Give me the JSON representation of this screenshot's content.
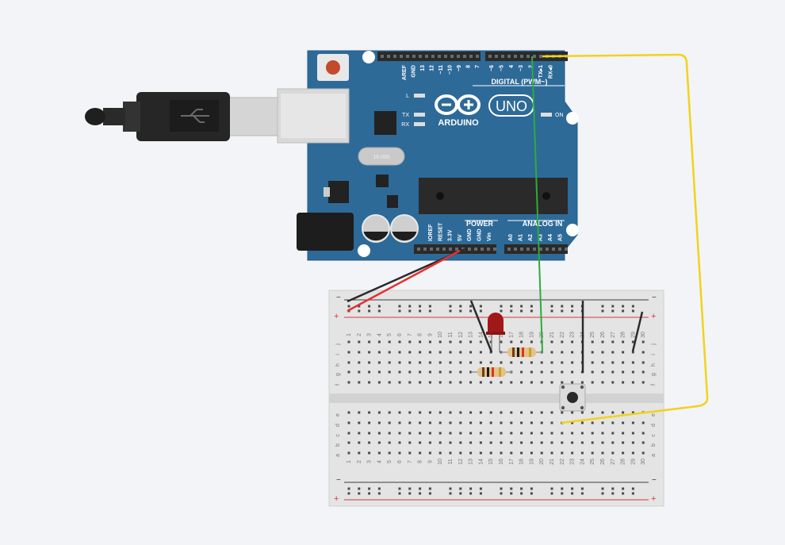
{
  "board": {
    "name": "Arduino UNO",
    "brand": "ARDUINO",
    "model": "UNO",
    "digital_label": "DIGITAL (PWM~)",
    "power_label": "POWER",
    "analog_label": "ANALOG IN",
    "led_labels": {
      "l": "L",
      "tx": "TX",
      "rx": "RX",
      "on": "ON"
    },
    "crystal_text": "16.000",
    "digital_pins": [
      "AREF",
      "GND",
      "13",
      "12",
      "~11",
      "~10",
      "~9",
      "8",
      "7",
      "~6",
      "~5",
      "4",
      "~3",
      "2",
      "TX▸1",
      "RX◂0"
    ],
    "power_pins": [
      "IOREF",
      "RESET",
      "3.3V",
      "5V",
      "GND",
      "GND",
      "Vin"
    ],
    "analog_pins": [
      "A0",
      "A1",
      "A2",
      "A3",
      "A4",
      "A5"
    ]
  },
  "breadboard": {
    "rail_minus": "−",
    "rail_plus": "+",
    "rows_top": [
      "j",
      "i",
      "h",
      "g",
      "f"
    ],
    "rows_bottom": [
      "e",
      "d",
      "c",
      "b",
      "a"
    ],
    "columns": 30
  },
  "colors": {
    "page_bg": "#f2f4f7",
    "board_blue": "#2d6a98",
    "wire_green": "#2eab3c",
    "wire_yellow": "#f2d21b",
    "wire_red": "#e53030",
    "wire_black": "#2b2b2b",
    "led_red": "#a01818"
  },
  "components": {
    "led": "led-red",
    "resistors": 2,
    "pushbutton": "pushbutton"
  }
}
